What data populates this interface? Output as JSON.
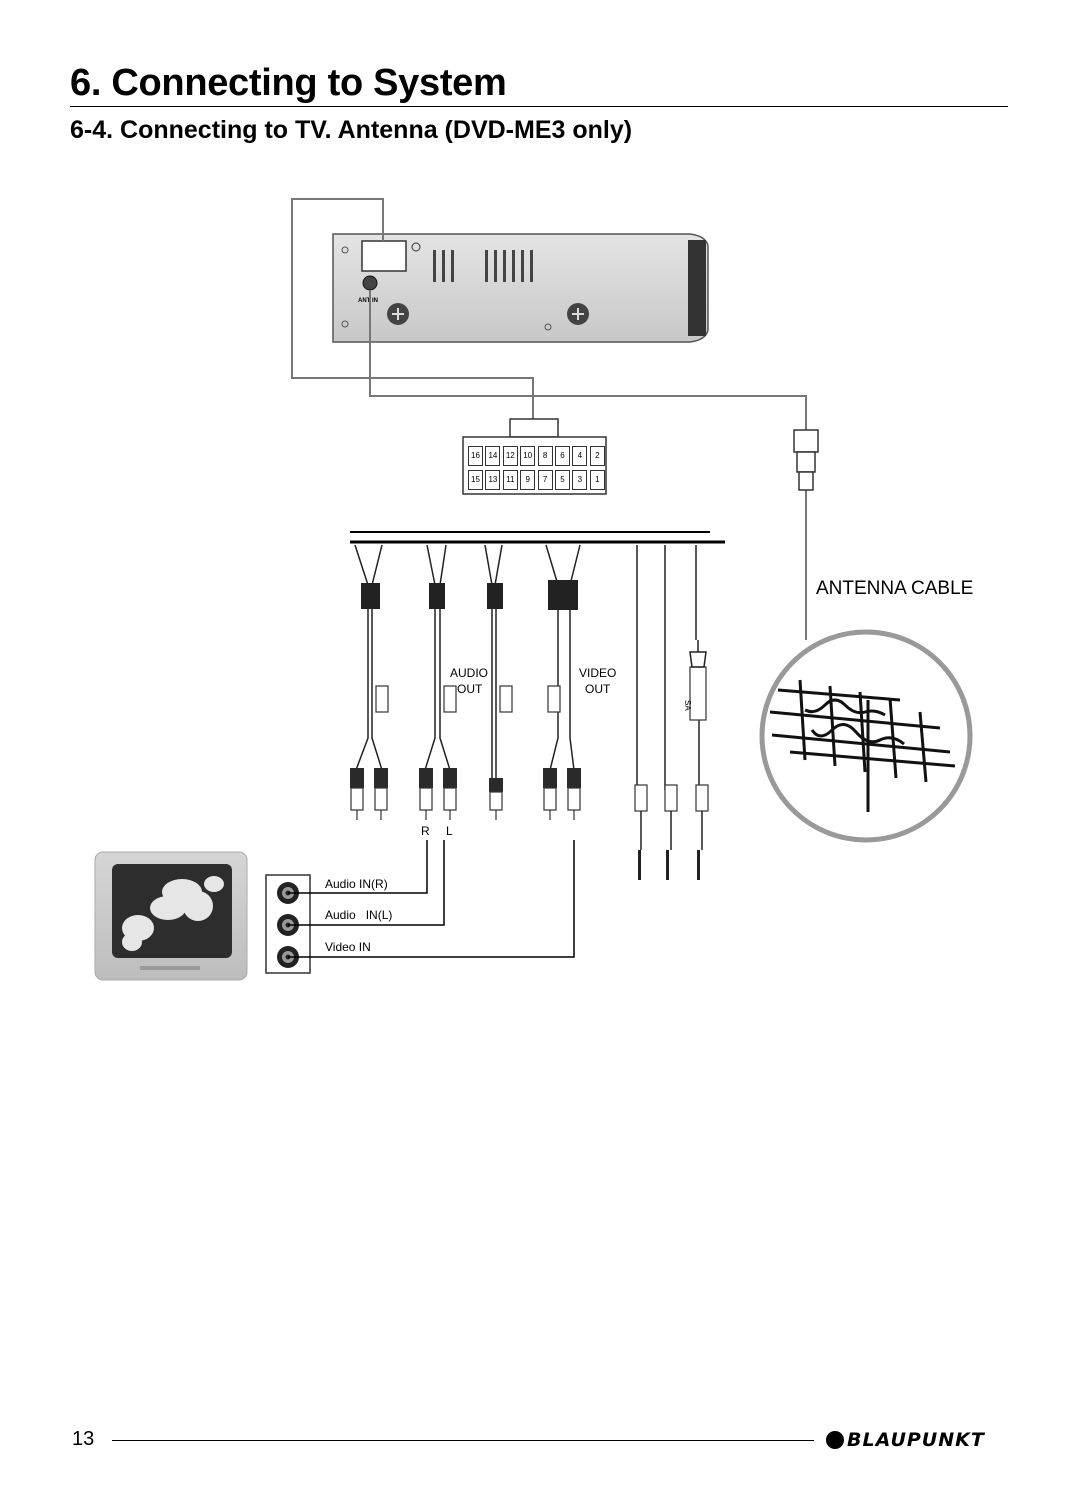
{
  "page": {
    "section_title": "6. Connecting to System",
    "subsection_title": "6-4. Connecting to TV.  Antenna (DVD-ME3 only)",
    "page_number": "13",
    "brand": "BLAUPUNKT"
  },
  "diagram": {
    "ant_in_label": "ANT IN",
    "antenna_cable_label": "ANTENNA CABLE",
    "audio_out_label_1": "AUDIO",
    "audio_out_label_2": "OUT",
    "video_out_label_1": "VIDEO",
    "video_out_label_2": "OUT",
    "sa_label": "SA",
    "r_label": "R",
    "l_label": "L",
    "tv_inputs": [
      "Audio IN(R)",
      "Audio   IN(L)",
      "Video IN"
    ],
    "connector_pins_top": [
      "16",
      "14",
      "12",
      "10",
      "8",
      "6",
      "4",
      "2"
    ],
    "connector_pins_bottom": [
      "15",
      "13",
      "11",
      "9",
      "7",
      "5",
      "3",
      "1"
    ]
  }
}
